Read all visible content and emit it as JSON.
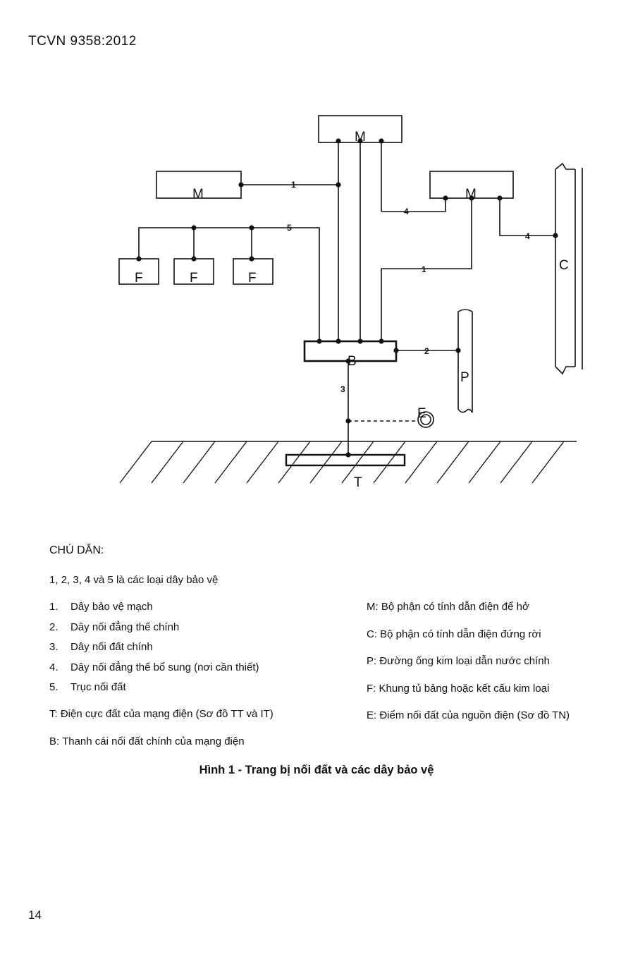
{
  "header": {
    "standard_code": "TCVN 9358:2012"
  },
  "diagram": {
    "labels": {
      "m_top": "M",
      "m_left": "M",
      "m_right": "M",
      "f1": "F",
      "f2": "F",
      "f3": "F",
      "c": "C",
      "p": "P",
      "b": "B",
      "t": "T",
      "e": "E"
    },
    "wire_numbers": {
      "w1_left": "1",
      "w1_right": "1",
      "w2": "2",
      "w3": "3",
      "w4_mid": "4",
      "w4_right": "4",
      "w5": "5"
    }
  },
  "legend": {
    "heading": "CHÚ DẪN:",
    "intro": "1, 2, 3, 4 và 5 là các loại dây bảo vệ",
    "numbered_items": [
      {
        "num": "1.",
        "text": "Dây bảo vệ mạch"
      },
      {
        "num": "2.",
        "text": "Dây nối đẳng thế chính"
      },
      {
        "num": "3.",
        "text": "Dây nối đất chính"
      },
      {
        "num": "4.",
        "text": "Dây nối đẳng thế bổ sung (nơi cần thiết)"
      },
      {
        "num": "5.",
        "text": "Trục nối đất"
      }
    ],
    "t_item": "T: Điện cực đất của mạng điện (Sơ đồ TT và IT)",
    "b_item": "B: Thanh cái nối đất chính của mạng điện",
    "right_items": [
      "M: Bộ phận có tính dẫn điện để hở",
      "C: Bộ phận có tính dẫn điện đứng rời",
      "P: Đường ống kim loại dẫn nước chính",
      "F: Khung tủ bảng hoặc kết cấu kim loại",
      "E: Điểm nối đất của nguồn điện (Sơ đồ TN)"
    ]
  },
  "caption": "Hình 1 - Trang bị nối đất và các dây bảo vệ",
  "page_number": "14"
}
